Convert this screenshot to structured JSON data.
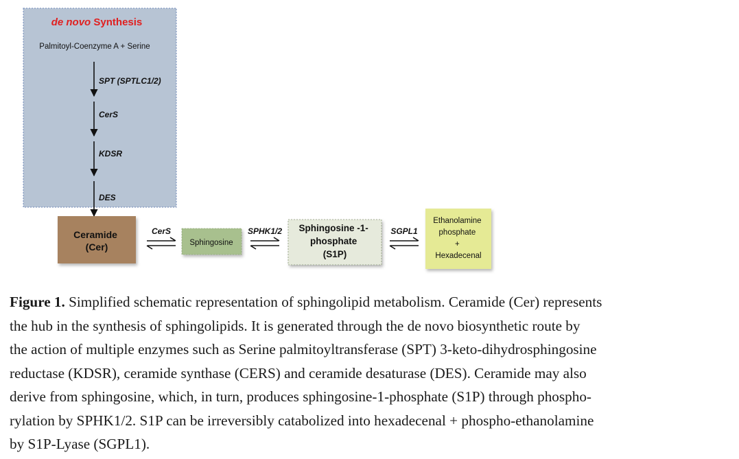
{
  "figure": {
    "denovo_italic": "de novo",
    "denovo_rest": " Synthesis",
    "substrate": "Palmitoyl-Coenzyme A + Serine",
    "steps": [
      "SPT (SPTLC1/2)",
      "CerS",
      "KDSR",
      "DES"
    ],
    "nodes": {
      "ceramide": [
        "Ceramide",
        "(Cer)"
      ],
      "sphingosine": [
        "Sphingosine"
      ],
      "s1p": [
        "Sphingosine -1-",
        "phosphate",
        "(S1P)"
      ],
      "products": [
        "Ethanolamine",
        "phosphate",
        "+",
        "Hexadecenal"
      ]
    },
    "reactions": {
      "cer_sph": "CerS",
      "sph_s1p": "SPHK1/2",
      "s1p_prod": "SGPL1"
    },
    "colors": {
      "denovo_box": "#b7c4d4",
      "denovo_title": "#e02020",
      "ceramide": "#a7825f",
      "sphingosine": "#a8c08e",
      "s1p": "#e6eadc",
      "products": "#e5ea95"
    }
  },
  "caption": {
    "label": "Figure 1.",
    "lines": [
      " Simplified schematic representation of sphingolipid metabolism. Ceramide (Cer) represents",
      "the hub in the synthesis of sphingolipids. It is generated through the de novo biosynthetic route by",
      "the action of multiple enzymes such as Serine palmitoyltransferase (SPT) 3-keto-dihydrosphingosine",
      "reductase (KDSR), ceramide synthase (CERS) and ceramide desaturase (DES). Ceramide may also",
      "derive from sphingosine, which, in turn, produces sphingosine-1-phosphate (S1P) through phospho-",
      "rylation by SPHK1/2. S1P can be irreversibly catabolized into hexadecenal + phospho-ethanolamine",
      "by S1P-Lyase (SGPL1)."
    ]
  }
}
